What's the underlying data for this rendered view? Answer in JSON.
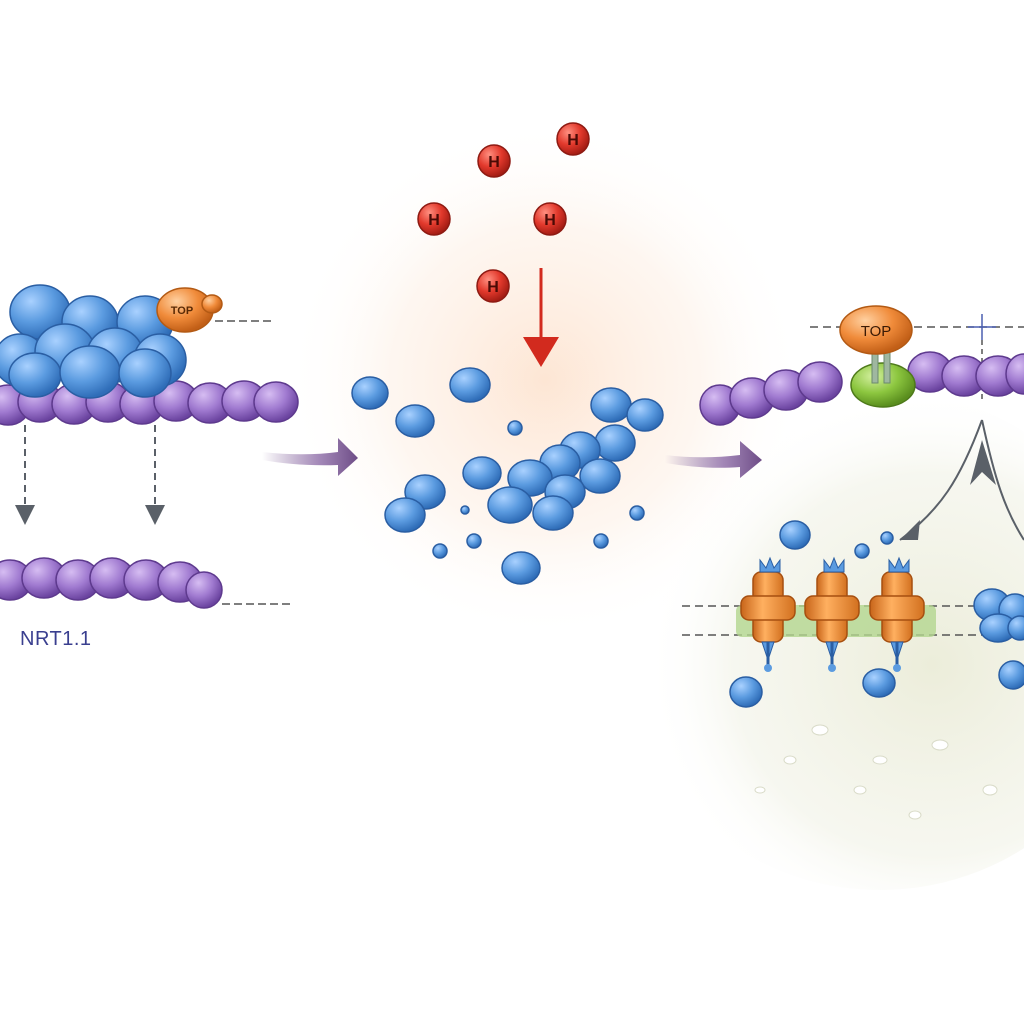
{
  "labels": {
    "left_protein": "NRT1.1",
    "left_cap": "TOP",
    "right_cap": "TOP",
    "proton": "H"
  },
  "colors": {
    "subunit_blue": "#5b9be0",
    "subunit_blue_dark": "#2f6db8",
    "membrane_purple": "#9a6fc9",
    "membrane_purple_dark": "#6b44a0",
    "proton_red": "#e2392c",
    "cap_orange": "#f08b3a",
    "anchor_green": "#8cc63f",
    "transporter_orange": "#f29433",
    "arrow_purple": "#7a5a93",
    "arrow_red": "#d22a1e",
    "arrow_gray": "#5a6068"
  },
  "icons": {
    "proton": "proton-icon",
    "arrow": "arrow-icon",
    "transporter": "transporter-icon"
  }
}
